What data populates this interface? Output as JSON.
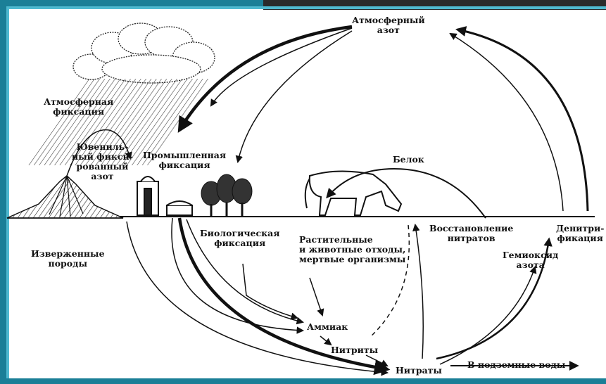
{
  "labels": {
    "atmospheric_nitrogen": "Атмосферный\nазот",
    "atmospheric_fixation": "Атмосферная\nфиксация",
    "juvenile_nitrogen": "Ювениль-\nный фикси-\nрованный\nазот",
    "industrial_fixation": "Промышленная\nфиксация",
    "protein": "Белок",
    "igneous_rocks": "Изверженные\nпороды",
    "biological_fixation": "Биологическая\nфиксация",
    "plant_animal_waste": "Растительные\nи животные отходы,\nмертвые организмы",
    "nitrate_reduction": "Восстановление\nнитратов",
    "denitrification": "Денитри-\nфикация",
    "nitrous_oxide": "Гемиоксид\nазота",
    "ammonia": "Аммиак",
    "nitrites": "Нитриты",
    "nitrates": "Нитраты",
    "groundwater": "В подземные воды"
  },
  "colors": {
    "frame": "#1b7f97",
    "frame_inner": "#4fb9cf",
    "ink": "#111111"
  }
}
